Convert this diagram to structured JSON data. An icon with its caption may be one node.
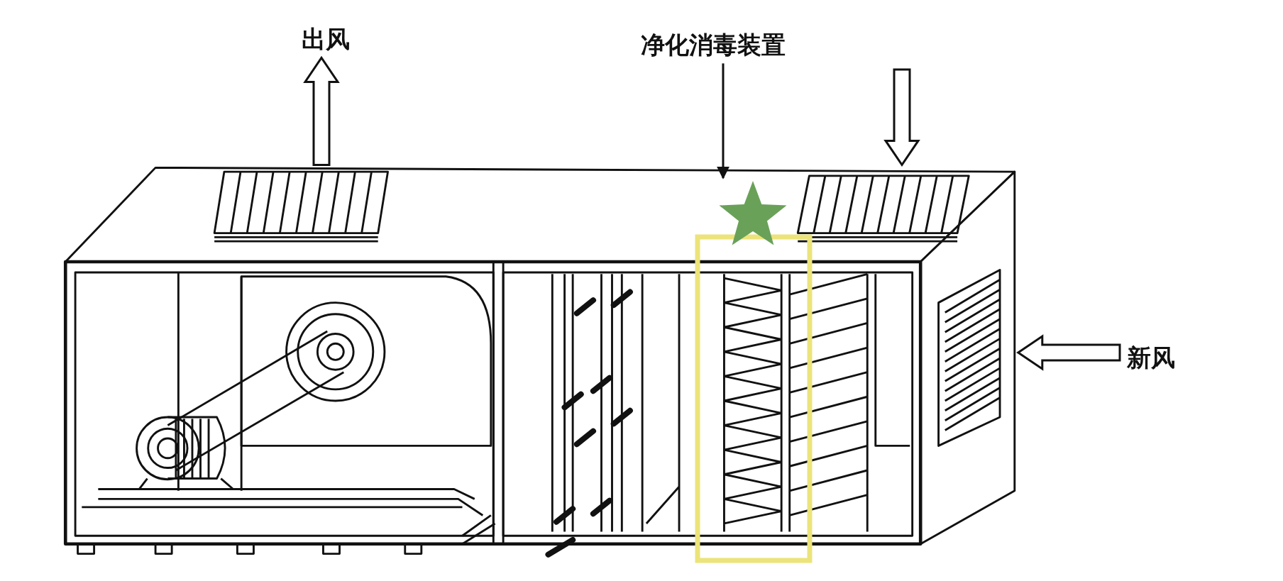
{
  "diagram": {
    "nodes": [
      {
        "text": [
          "出风"
        ]
      },
      {
        "text": [
          "净化消毒装置"
        ]
      },
      {
        "text": [
          "新风"
        ]
      },
      {
        "text": [],
        "shape": "picture"
      },
      {
        "text": [],
        "shape": "box"
      }
    ],
    "edges": [
      {
        "from": 3,
        "to": 0,
        "arrow": "to"
      },
      {
        "from": 1,
        "to": 4,
        "arrow": "to"
      },
      {
        "from": null,
        "to": 3,
        "arrow": "to"
      },
      {
        "from": 2,
        "to": 3,
        "arrow": "to"
      }
    ]
  }
}
